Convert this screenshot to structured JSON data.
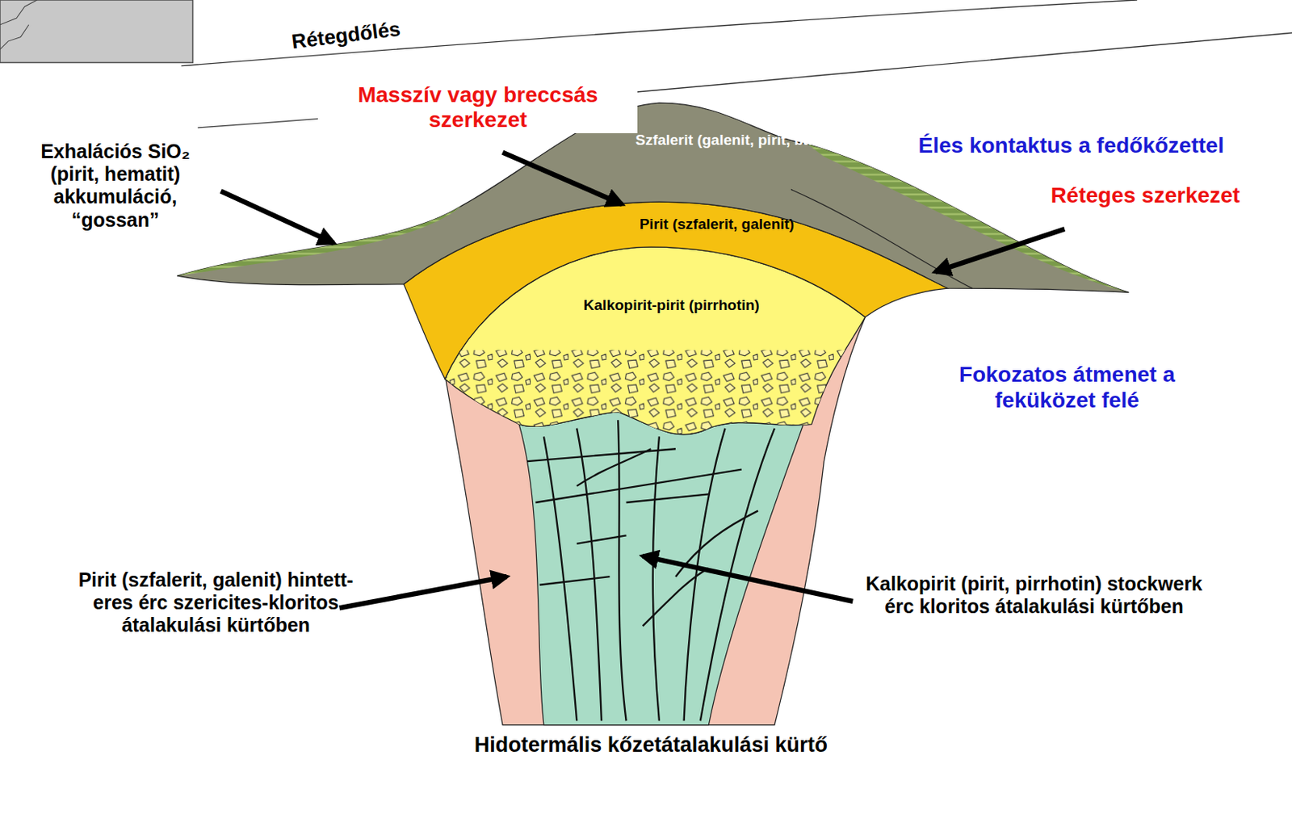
{
  "diagram": {
    "nodes": [
      {
        "text": [
          "Szfalerit (galenit, pirit, barit)"
        ]
      },
      {
        "text": [
          "Pirit (szfalerit, galenit)"
        ]
      },
      {
        "text": [
          "Kalkopirit-pirit (pirrhotin)"
        ]
      }
    ],
    "labels": [
      "Rétegdőlés",
      "Masszív vagy breccsás szerkezet",
      "Exhalációs SiO₂ (pirit, hematit) akkumuláció, “gossan”",
      "Éles kontaktus a fedőkőzettel",
      "Réteges szerkezet",
      "Fokozatos átmenet a feküközet felé",
      "Pirit (szfalerit, galenit) hintett-eres érc szericites-kloritos átalakulási kürtőben",
      "Kalkopirit (pirit, pirrhotin) stockwerk érc kloritos átalakulási kürtőben",
      "Hidotermális kőzetátalakulási kürtő"
    ]
  }
}
